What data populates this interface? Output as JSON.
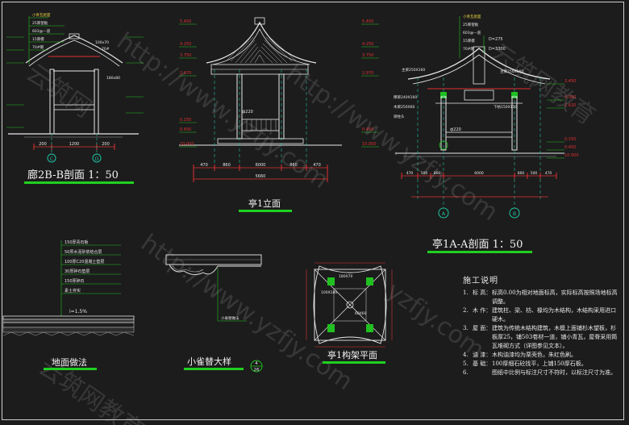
{
  "titles": {
    "corridor_section": "廊2B-B剖面 1：50",
    "pavilion_elevation": "亭1立面",
    "pavilion_section": "亭1A-A剖面 1：50",
    "floor_method": "地面做法",
    "bracket_detail": "小雀替大样",
    "pavilion_frame_plan": "亭1构架平面",
    "detail_ref_top": "4",
    "detail_ref_bottom": "26"
  },
  "corridor_section": {
    "dims_bottom": [
      "200",
      "1200",
      "200"
    ],
    "axis_left": "C",
    "axis_right": "D",
    "labels": [
      "小青瓦屋面",
      "25厚望板",
      "603@—道",
      "15厚檩",
      "70#帽",
      "100x70",
      "70#",
      "180x80"
    ]
  },
  "pavilion_elevation": {
    "dims_bottom": [
      "470",
      "860",
      "6000",
      "860",
      "470"
    ],
    "dim_total": "5660",
    "levels_left": [
      "5.450",
      "4.250",
      "3.750",
      "2.970",
      "0.150",
      "0.450",
      "10.000"
    ],
    "levels_right": [
      "5.450",
      "4.250",
      "3.750",
      "2.970",
      "0.450",
      "10.000"
    ],
    "col_label": "ф220"
  },
  "pavilion_section": {
    "labels": [
      "小青瓦屋面",
      "25厚望板",
      "603@—道",
      "15厚檩",
      "70#帽",
      "D=275",
      "D=3300",
      "主梁250X160",
      "主梁250X160",
      "撑梁240X160",
      "木梁250X60",
      "梁柱头",
      "下枋150X150",
      "ф220"
    ],
    "levels": [
      "3.450",
      "3.300",
      "2.620",
      "0.150",
      "0.450",
      "10.000"
    ],
    "dims_bottom": [
      "470",
      "500",
      "860",
      "6000",
      "860",
      "500",
      "470"
    ],
    "axis_left": "A",
    "axis_right": "B"
  },
  "floor_method": {
    "layers": [
      "150厚青石板",
      "50厚水泥砂浆结合层",
      "100厚C20混凝土垫层",
      "30厚碎石垫层",
      "150厚碎石",
      "素土夯实"
    ],
    "slope": "i=1.5%"
  },
  "bracket_detail": {
    "label": "小雀替做法"
  },
  "pavilion_frame_plan": {
    "labels": [
      "180X70",
      "100X180",
      "60X60"
    ]
  },
  "notes": {
    "title": "施工说明",
    "items": [
      {
        "num": "1.",
        "label": "标 高：",
        "text": "标高0.00为相对地面标高，实际标高按照场地标高调整。"
      },
      {
        "num": "2.",
        "label": "木 作：",
        "text": "建筑柱、梁、枋、椽均为木结构，木结构采用进口硬木。"
      },
      {
        "num": "3.",
        "label": "屋 面：",
        "text": "建筑为传统木结构建筑，木檩上面铺杉木望板，杉板厚25，铺503卷材一道，铺小青瓦，屋脊采用筒瓦堆砌方式（详图参见文本）。"
      },
      {
        "num": "4.",
        "label": "油 漆：",
        "text": "木构油漆均为栗壳色，朱红色刷。"
      },
      {
        "num": "5.",
        "label": "基 础：",
        "text": "100厚细石砼找平，上铺150厚石板。"
      },
      {
        "num": "6.",
        "label": "",
        "text": "图纸中比例与标注尺寸不符时，以标注尺寸为准。"
      }
    ]
  },
  "watermarks": [
    "云筑网",
    "http://www.yzfjy.com",
    "http://www.yzfjy.com",
    "云筑网教育",
    "http://www.yzfjy.com",
    "yzfjy.com",
    "云筑网教育"
  ],
  "colors": {
    "background": "#1c1c1c",
    "title_underline": "#20d020",
    "dimension_red": "#e03030",
    "axis_green": "#20c0a0",
    "drawing_white": "#e8e8e8",
    "label_yellow": "#e8d040"
  }
}
